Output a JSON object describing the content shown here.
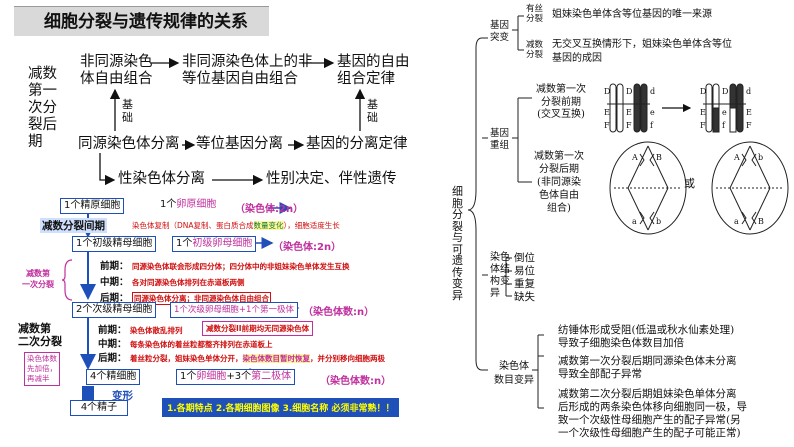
{
  "title": "细胞分裂与遗传规律的关系",
  "concept": {
    "left_label": [
      "减数",
      "第一",
      "次分",
      "裂后",
      "期"
    ],
    "n1": [
      "非同源染色",
      "体自由组合"
    ],
    "n2": [
      "非同源染色体上的非",
      "等位基因自由组合"
    ],
    "n3": [
      "基因的自由",
      "组合定律"
    ],
    "base1": [
      "基",
      "础"
    ],
    "base2": [
      "基",
      "础"
    ],
    "n4": "同源染色体分离",
    "n5": "等位基因分离",
    "n6": "基因的分离定律",
    "n7": "性染色体分离",
    "n8": "性别决定、伴性遗传"
  },
  "meiosis": {
    "b1_a": "1个精原细胞",
    "b1_b": "1个",
    "b1_c": "卵原细胞",
    "b1_tag": "（染色体:2n）",
    "interphase_label": "减数分裂间期",
    "interphase_text_a": "染色体复制（DNA复制、蛋白质合成",
    "interphase_text_b": "数量变化",
    "interphase_text_c": "），细胞适度生长",
    "b2_a": "1个初级精母细胞",
    "b2_b": "1个",
    "b2_c": "初级卵母细胞",
    "b2_tag": "（染色体:2n）",
    "first_div": [
      "减数第",
      "一次分裂"
    ],
    "early": "前期：",
    "early_text": "同源染色体联会形成四分体；四分体中的非姐妹染色单体发生互换",
    "mid": "中期：",
    "mid_text": "各对同源染色体排列在赤道板两侧",
    "late": "后期：",
    "late_text": "同源染色体分离；非同源染色体自由组合",
    "b3_a": "2个次级精母细胞",
    "b3_b": "1个次级卵母细胞+1个第一极体",
    "b3_tag": "（染色体数:n）",
    "second_div": [
      "减数第",
      "二次分裂"
    ],
    "s_early": "前期：",
    "s_early_text": "染色体散乱排列",
    "s_note": "减数分裂II前期均无同源染色体",
    "s_mid": "中期：",
    "s_mid_text": "每条染色体的着丝粒都整齐排列在赤道板上",
    "s_late": "后期：",
    "s_late_text_a": "着丝粒分裂，姐妹染色单体分开，",
    "s_late_text_b": "染色体数目暂时恢复",
    "s_late_text_c": "，并分别移向细胞两极",
    "side_note": [
      "染色体数",
      "先加倍，",
      "再减半"
    ],
    "b4_a": "4个精细胞",
    "b4_b": "1个",
    "b4_c": "卵细胞",
    "b4_d": "+3个",
    "b4_e": "第二极体",
    "b4_tag": "（染色体数:n）",
    "change": "变形",
    "b5": "4个精子",
    "footer": "1.各期特点  2.各期细胞图像  3.细胞名称 必须非常熟！！"
  },
  "variation": {
    "root": [
      "细",
      "胞",
      "分",
      "裂",
      "与",
      "可",
      "遗",
      "传",
      "变",
      "异"
    ],
    "g1_label": [
      "基因",
      "突变"
    ],
    "g1_s1": [
      "有丝",
      "分裂"
    ],
    "g1_s1_text": "姐妹染色单体含等位基因的唯一来源",
    "g1_s2": [
      "减数",
      "分裂"
    ],
    "g1_s2_text": [
      "无交叉互换情形下，姐妹染色单体含等位",
      "基因的成因"
    ],
    "g2_label": [
      "基因",
      "重组"
    ],
    "g2_s1": [
      "减数第一次",
      "分裂前期",
      "(交叉互换)"
    ],
    "g2_s2": [
      "减数第一次",
      "分裂后期",
      "(非同源染",
      "色体自由",
      "组合)"
    ],
    "or": "或",
    "gene_letters": [
      "D",
      "d",
      "E",
      "e",
      "F",
      "f"
    ],
    "cell_letters": [
      "A",
      "a",
      "B",
      "b"
    ],
    "g3_label": [
      "染色",
      "体结",
      "构变",
      "异"
    ],
    "g3_items": [
      "倒位",
      "易位",
      "重复",
      "缺失"
    ],
    "g4_label": [
      "染色体",
      "数目变异"
    ],
    "g4_items": [
      [
        "纺锤体形成受阻(低温或秋水仙素处理)",
        "导致子细胞染色体数目加倍"
      ],
      [
        "减数第一次分裂后期同源染色体未分离",
        "导致全部配子异常"
      ],
      [
        "减数第二次分裂后期姐妹染色单体分离",
        "后形成的两条染色体移向细胞同一极，导",
        "致一个次级性母细胞产生的配子异常(另",
        "一个次级性母细胞产生的配子可能正常)"
      ]
    ]
  },
  "colors": {
    "accent_blue": "#1f4fb8",
    "magenta": "#c0309e",
    "red": "#d01010",
    "footer_bg": "#1f4fb8",
    "footer_text": "#ffff00"
  }
}
